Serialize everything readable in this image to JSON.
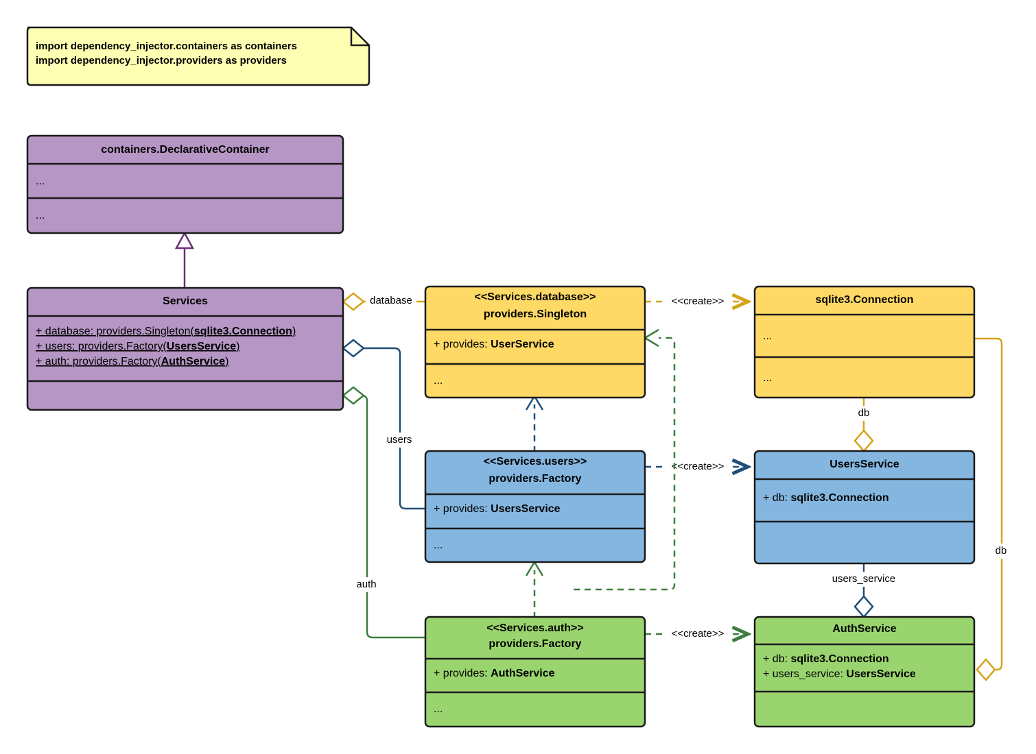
{
  "diagram": {
    "title": "Dependency Injector declarative container UML class diagram",
    "note": {
      "line1": "import dependency_injector.containers as containers",
      "line2": "import dependency_injector.providers as providers",
      "fill": "#ffffb3",
      "stroke": "#1a1a1a"
    },
    "colors": {
      "purple_fill": "#b596c4",
      "purple_line": "#6a2f78",
      "yellow_fill": "#ffd966",
      "yellow_line": "#d6a318",
      "blue_fill": "#84b6e0",
      "blue_line": "#1f4e79",
      "green_fill": "#9ad island",
      "green_fill_hex": "#9ad46e",
      "green_line": "#3f7d3f",
      "outline": "#1a1a1a"
    },
    "classes": [
      {
        "id": "declarative-container",
        "title": "containers.DeclarativeContainer",
        "stereotype": "",
        "attributes": [
          "..."
        ],
        "methods": [
          "..."
        ],
        "fill": "#b596c4"
      },
      {
        "id": "services",
        "title": "Services",
        "stereotype": "",
        "attributes": [
          "+ database: providers.Singleton(sqlite3.Connection)",
          "+ users: providers.Factory(UsersService)",
          "+ auth: providers.Factory(AuthService)"
        ],
        "attribute_parts": [
          {
            "plain": "+ database: providers.Singleton(",
            "bold": "sqlite3.Connection",
            "tail": ")"
          },
          {
            "plain": "+ users: providers.Factory(",
            "bold": "UsersService",
            "tail": ")"
          },
          {
            "plain": "+ auth: providers.Factory(",
            "bold": "AuthService",
            "tail": ")"
          }
        ],
        "methods": [],
        "fill": "#b596c4"
      },
      {
        "id": "services-database",
        "stereotype": "<<Services.database>>",
        "title": "providers.Singleton",
        "attribute_parts": [
          {
            "plain": "+ provides: ",
            "bold": "UserService",
            "tail": ""
          }
        ],
        "methods": [
          "..."
        ],
        "fill": "#ffd966"
      },
      {
        "id": "sqlite3-connection",
        "stereotype": "",
        "title": "sqlite3.Connection",
        "attributes": [
          "..."
        ],
        "methods": [
          "..."
        ],
        "fill": "#ffd966"
      },
      {
        "id": "services-users",
        "stereotype": "<<Services.users>>",
        "title": "providers.Factory",
        "attribute_parts": [
          {
            "plain": "+ provides: ",
            "bold": "UsersService",
            "tail": ""
          }
        ],
        "methods": [
          "..."
        ],
        "fill": "#84b6e0"
      },
      {
        "id": "users-service",
        "stereotype": "",
        "title": "UsersService",
        "attribute_parts": [
          {
            "plain": "+ db: ",
            "bold": "sqlite3.Connection",
            "tail": ""
          }
        ],
        "methods": [],
        "fill": "#84b6e0"
      },
      {
        "id": "services-auth",
        "stereotype": "<<Services.auth>>",
        "title": "providers.Factory",
        "attribute_parts": [
          {
            "plain": "+ provides: ",
            "bold": "AuthService",
            "tail": ""
          }
        ],
        "methods": [
          "..."
        ],
        "fill": "#9ad46e"
      },
      {
        "id": "auth-service",
        "stereotype": "",
        "title": "AuthService",
        "attribute_parts": [
          {
            "plain": "+ db: ",
            "bold": "sqlite3.Connection",
            "tail": ""
          },
          {
            "plain": "+ users_service: ",
            "bold": "UsersService",
            "tail": ""
          }
        ],
        "methods": [],
        "fill": "#9ad46e"
      }
    ],
    "edge_labels": {
      "database": "database",
      "users": "users",
      "auth": "auth",
      "create_database": "<<create>>",
      "create_users": "<<create>>",
      "create_auth": "<<create>>",
      "db_users": "db",
      "db_auth": "db",
      "users_service": "users_service"
    },
    "placeholder": "..."
  }
}
